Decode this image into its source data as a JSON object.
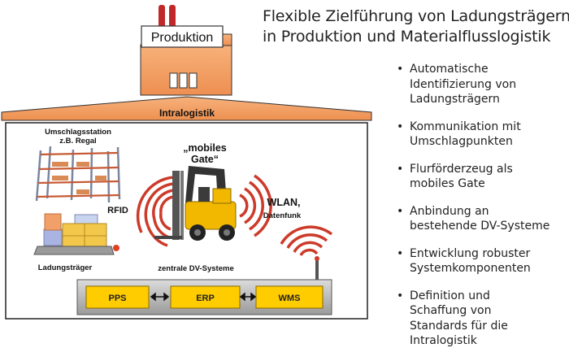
{
  "factory": {
    "label": "Produktion",
    "colors": {
      "wall": "#f5a56a",
      "chimney": "#c0282a",
      "roof": "#f3a062"
    }
  },
  "roof_banner": {
    "label": "Intralogistik"
  },
  "title": {
    "line1": "Flexible Zielführung von Ladungsträgern",
    "line2": "in Produktion und Materialflusslogistik"
  },
  "diagram": {
    "station_label_1": "Umschlagsstation",
    "station_label_2": "z.B. Regal",
    "gate_label_1": "„mobiles",
    "gate_label_2": "Gate“",
    "rfid_label": "RFID",
    "wlan_label_1": "WLAN,",
    "wlan_label_2": "Datenfunk",
    "carrier_label": "Ladungsträger",
    "systems_label": "zentrale DV-Systeme",
    "systems": [
      "PPS",
      "ERP",
      "WMS"
    ],
    "colors": {
      "system_box": "#ffcc00",
      "wave": "#cc3b2a",
      "forklift": "#f2b800",
      "crate": "#f3c84a"
    }
  },
  "bullets": [
    [
      "Automatische",
      "Identifizierung von",
      "Ladungsträgern"
    ],
    [
      "Kommunikation mit",
      "Umschlagpunkten"
    ],
    [
      "Flurförderzeug als",
      "mobiles Gate"
    ],
    [
      "Anbindung an",
      "bestehende DV-Systeme"
    ],
    [
      "Entwicklung robuster",
      "Systemkomponenten"
    ],
    [
      "Definition und",
      "Schaffung von",
      "Standards für die",
      "Intralogistik"
    ]
  ]
}
